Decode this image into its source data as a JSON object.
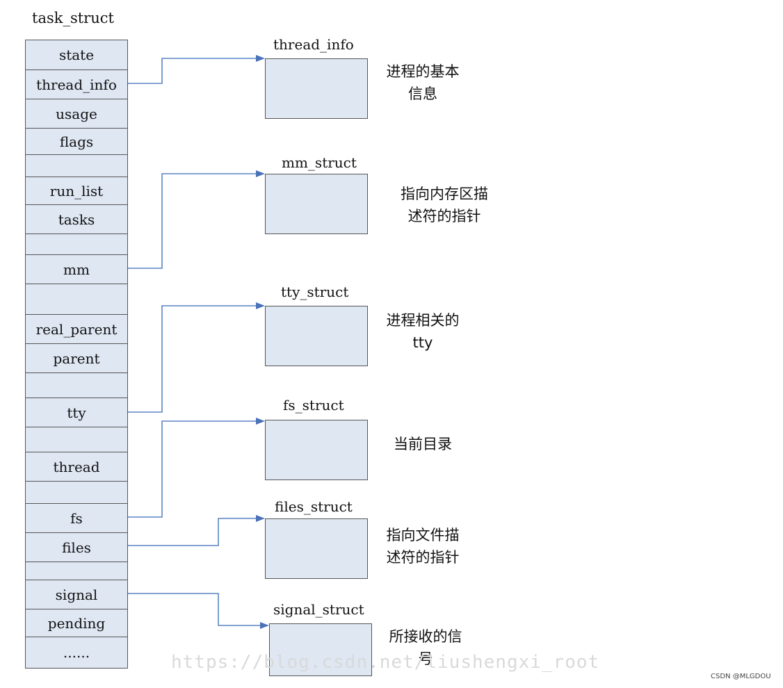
{
  "title": "task_struct",
  "fields": [
    "state",
    "thread_info",
    "usage",
    "flags",
    "",
    "run_list",
    "tasks",
    "",
    "mm",
    "",
    "real_parent",
    "parent",
    "",
    "tty",
    "",
    "thread",
    "",
    "fs",
    "files",
    "",
    "signal",
    "pending",
    "......"
  ],
  "structs": [
    {
      "id": "thread_info",
      "label": "thread_info",
      "desc": [
        "进程的基本",
        "信息"
      ]
    },
    {
      "id": "mm_struct",
      "label": "mm_struct",
      "desc": [
        "指向内存区描",
        "述符的指针"
      ]
    },
    {
      "id": "tty_struct",
      "label": "tty_struct",
      "desc": [
        "进程相关的",
        "tty"
      ]
    },
    {
      "id": "fs_struct",
      "label": "fs_struct",
      "desc": [
        "当前目录"
      ]
    },
    {
      "id": "files_struct",
      "label": "files_struct",
      "desc": [
        "指向文件描",
        "述符的指针"
      ]
    },
    {
      "id": "signal_struct",
      "label": "signal_struct",
      "desc": [
        "所接收的信",
        "号"
      ]
    }
  ],
  "watermark": "https://blog.csdn.net/liushengxi_root",
  "credit": "CSDN @MLGDOU",
  "colors": {
    "box_fill": "#dfe7f3",
    "connector": "#5b83c4"
  }
}
